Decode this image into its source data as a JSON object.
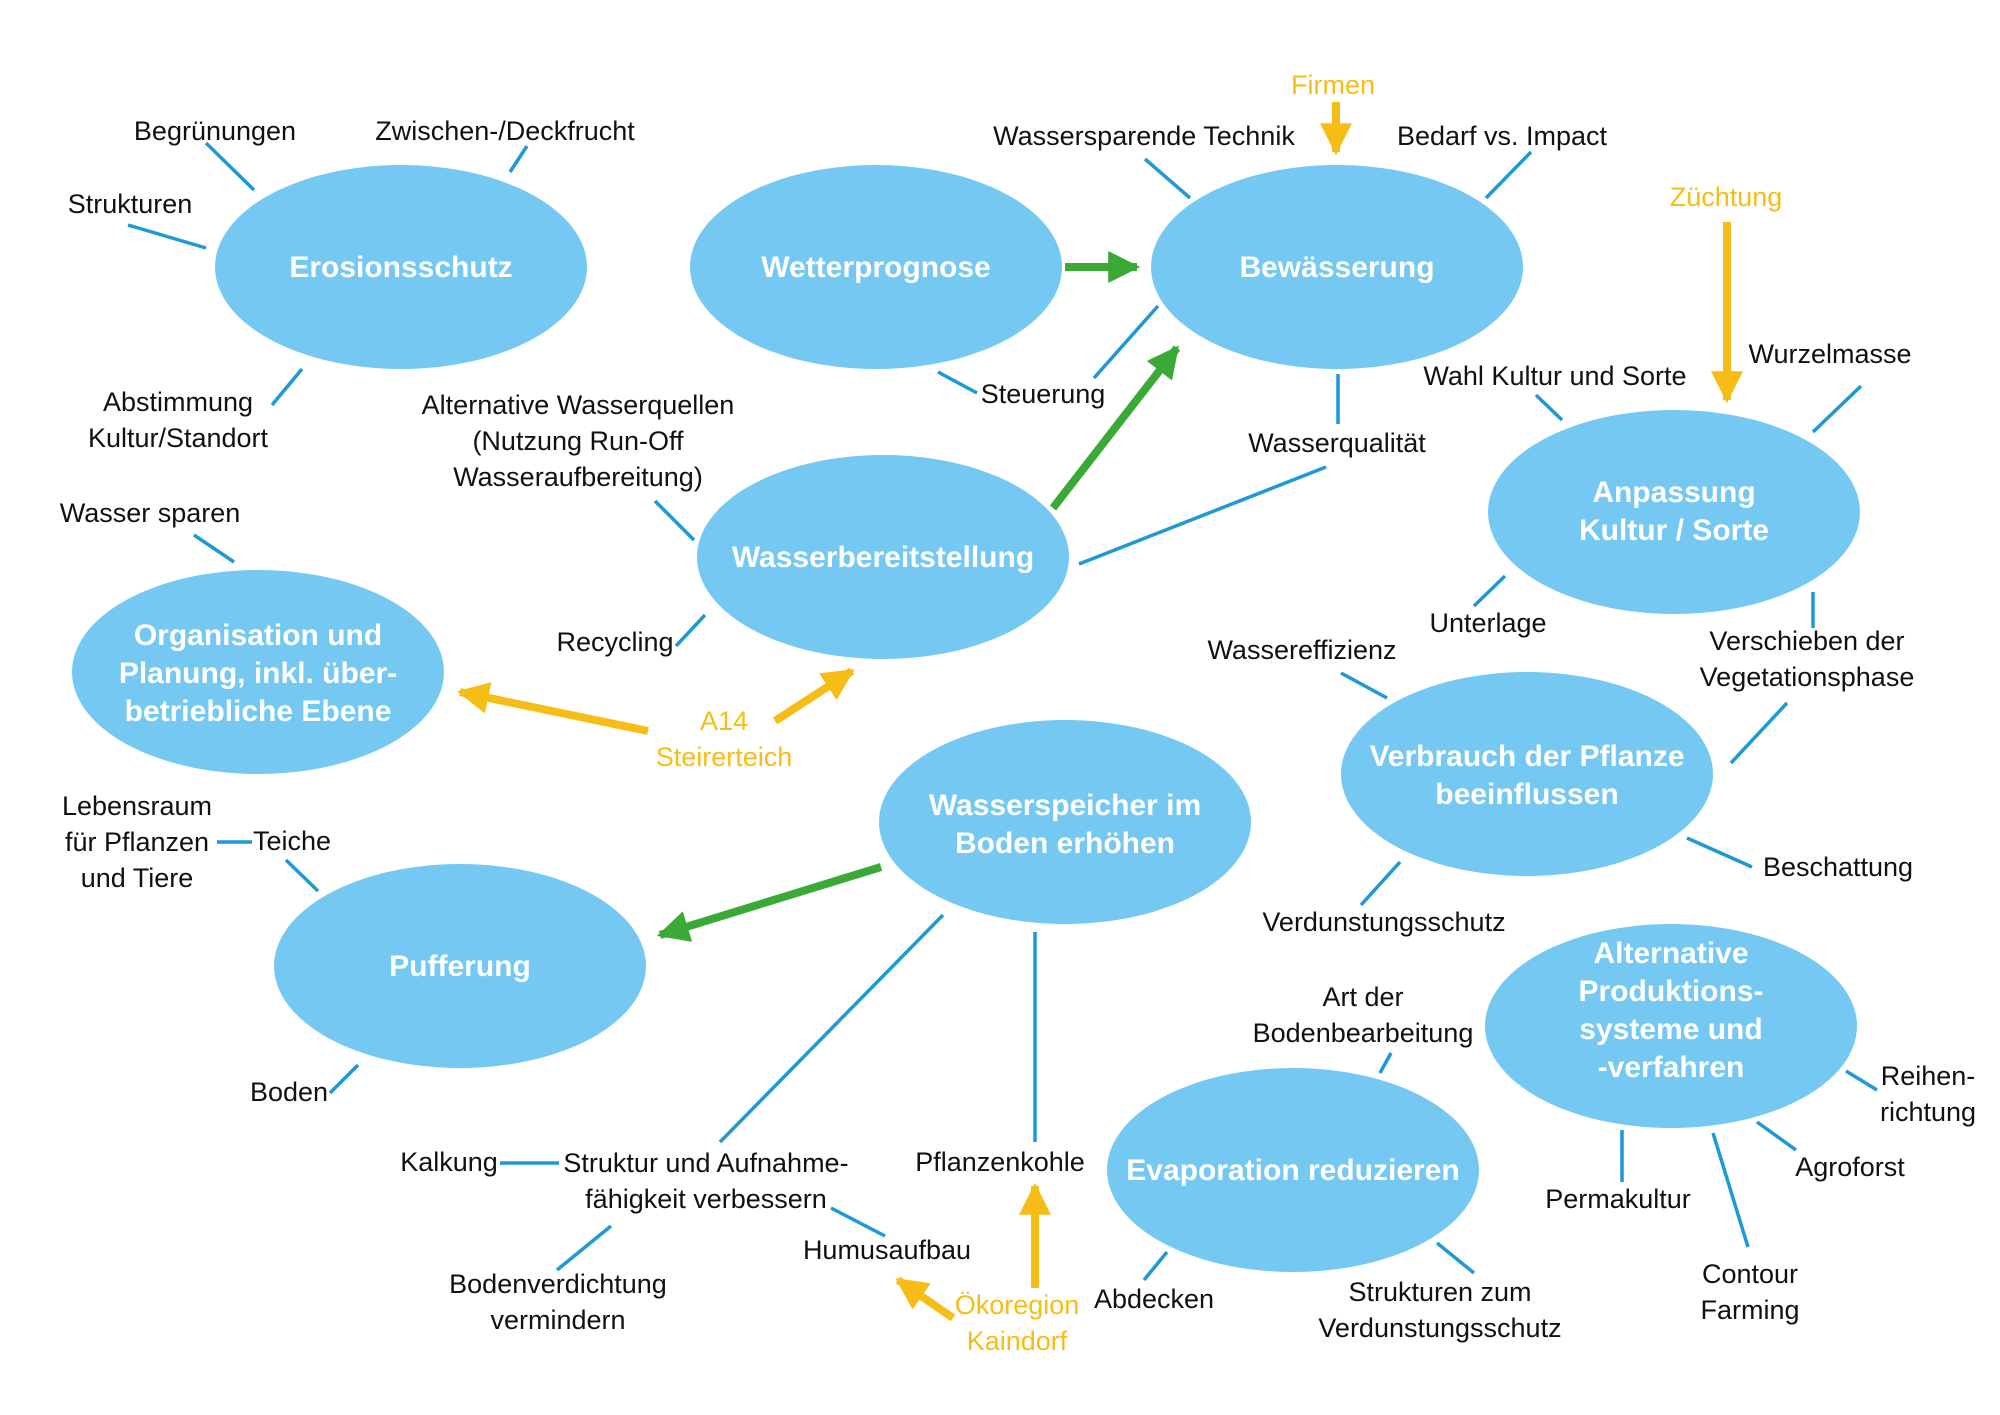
{
  "colors": {
    "ellipse": "#74c8f1",
    "node_text": "#ffffff",
    "connector": "#1d99d6",
    "arrow_green": "#3aa935",
    "arrow_yellow": "#f6bd16",
    "label": "#111111",
    "label_actor": "#f6bd16"
  },
  "nodes": {
    "erosionsschutz": [
      "Erosionsschutz"
    ],
    "wetterprognose": [
      "Wetterprognose"
    ],
    "bewaesserung": [
      "Bewässerung"
    ],
    "anpassung": [
      "Anpassung",
      "Kultur / Sorte"
    ],
    "wasserbereitstellung": [
      "Wasserbereitstellung"
    ],
    "organisation": [
      "Organisation und",
      "Planung, inkl. über-",
      "betriebliche Ebene"
    ],
    "verbrauch": [
      "Verbrauch der Pflanze",
      "beeinflussen"
    ],
    "wasserspeicher": [
      "Wasserspeicher im",
      "Boden erhöhen"
    ],
    "pufferung": [
      "Pufferung"
    ],
    "alternative": [
      "Alternative",
      "Produktions-",
      "systeme und",
      "-verfahren"
    ],
    "evaporation": [
      "Evaporation reduzieren"
    ]
  },
  "labels": {
    "begruenungen": [
      "Begrünungen"
    ],
    "zwischenfrucht": [
      "Zwischen-/Deckfrucht"
    ],
    "strukturen": [
      "Strukturen"
    ],
    "abstimmung": [
      "Abstimmung",
      "Kultur/Standort"
    ],
    "wassersparende_technik": [
      "Wassersparende Technik"
    ],
    "bedarf_impact": [
      "Bedarf vs. Impact"
    ],
    "steuerung": [
      "Steuerung"
    ],
    "wasserqualitaet": [
      "Wasserqualität"
    ],
    "alt_wasserquellen": [
      "Alternative Wasserquellen",
      "(Nutzung Run-Off",
      "Wasseraufbereitung)"
    ],
    "recycling": [
      "Recycling"
    ],
    "wasser_sparen": [
      "Wasser sparen"
    ],
    "wahl_kultur": [
      "Wahl Kultur und Sorte"
    ],
    "wurzelmasse": [
      "Wurzelmasse"
    ],
    "unterlage": [
      "Unterlage"
    ],
    "verschieben": [
      "Verschieben der",
      "Vegetationsphase"
    ],
    "wassereffizienz": [
      "Wassereffizienz"
    ],
    "beschattung": [
      "Beschattung"
    ],
    "verdunstungsschutz": [
      "Verdunstungsschutz"
    ],
    "lebensraum": [
      "Lebensraum",
      "für Pflanzen",
      "und Tiere"
    ],
    "teiche": [
      "Teiche"
    ],
    "boden": [
      "Boden"
    ],
    "kalkung": [
      "Kalkung"
    ],
    "struktur_aufnahme": [
      "Struktur und Aufnahme-",
      "fähigkeit verbessern"
    ],
    "pflanzenkohle": [
      "Pflanzenkohle"
    ],
    "humusaufbau": [
      "Humusaufbau"
    ],
    "bodenverdichtung": [
      "Bodenverdichtung",
      "vermindern"
    ],
    "art_bodenbearbeitung": [
      "Art der",
      "Bodenbearbeitung"
    ],
    "abdecken": [
      "Abdecken"
    ],
    "strukturen_verdunstung": [
      "Strukturen zum",
      "Verdunstungsschutz"
    ],
    "reihenrichtung": [
      "Reihen-",
      "richtung"
    ],
    "agroforst": [
      "Agroforst"
    ],
    "permakultur": [
      "Permakultur"
    ],
    "contour_farming": [
      "Contour",
      "Farming"
    ]
  },
  "actors": {
    "firmen": [
      "Firmen"
    ],
    "zuechtung": [
      "Züchtung"
    ],
    "a14": [
      "A14",
      "Steirerteich"
    ],
    "oekoregion": [
      "Ökoregion",
      "Kaindorf"
    ]
  }
}
